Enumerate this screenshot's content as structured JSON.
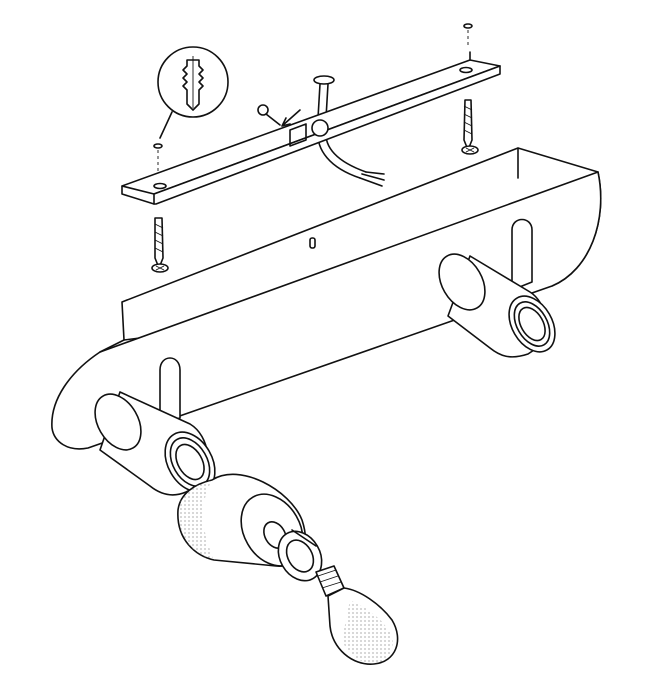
{
  "diagram": {
    "parts": [
      "mounting-bracket",
      "wall-screw",
      "wall-anchor",
      "cable",
      "base-plate",
      "spotlight-left",
      "spotlight-right",
      "lamp-shade",
      "retaining-ring",
      "light-bulb"
    ]
  },
  "colors": {
    "line": "#111111",
    "background": "#ffffff",
    "stipple": "#777777"
  }
}
